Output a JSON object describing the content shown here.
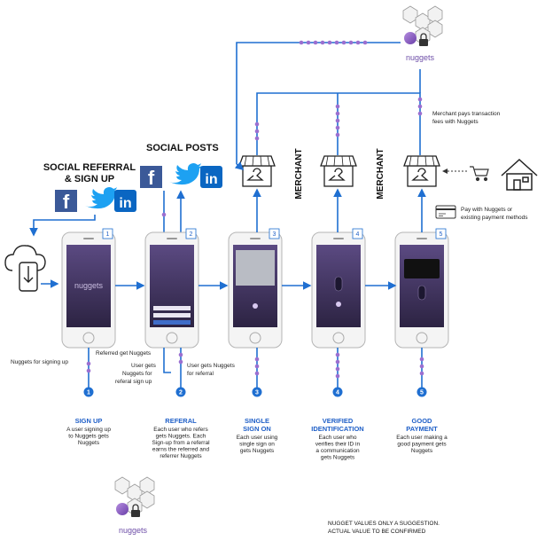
{
  "headings": {
    "social_referral_line1": "SOCIAL REFERRAL",
    "social_referral_line2": "& SIGN UP",
    "social_posts": "SOCIAL POSTS",
    "merchant_1": "MERCHANT",
    "merchant_2": "MERCHANT"
  },
  "brand": {
    "name": "nuggets",
    "accent": "#7a4fb8",
    "flow_color": "#1f6fd1"
  },
  "phones": [
    {
      "badge": "1",
      "screen_logo": "nuggets"
    },
    {
      "badge": "2"
    },
    {
      "badge": "3"
    },
    {
      "badge": "4"
    },
    {
      "badge": "5"
    }
  ],
  "annotations": {
    "nuggets_for_signing_up": "Nuggets for signing up",
    "referred_get_nuggets": "Referred get Nuggets",
    "user_gets_referral_line1": "User gets",
    "user_gets_referral_line2": "Nuggets for",
    "user_gets_referral_line3": "referal sign up",
    "user_gets_for_referral_line1": "User gets Nuggets",
    "user_gets_for_referral_line2": "for referral",
    "merchant_pays_line1": "Merchant pays transaction",
    "merchant_pays_line2": "fees with Nuggets",
    "pay_with_line1": "Pay with Nuggets or",
    "pay_with_line2": "existing payment methods"
  },
  "steps": [
    {
      "number": "1",
      "title_line1": "SIGN UP",
      "title_line2": "",
      "desc": [
        "A user signing up",
        "to Nuggets gets",
        "Nuggets"
      ]
    },
    {
      "number": "2",
      "title_line1": "REFERAL",
      "title_line2": "",
      "desc": [
        "Each user who refers",
        "gets Nuggets. Each",
        "Sign-up from a referral",
        "earns the referred and",
        "referrer Nuggets"
      ]
    },
    {
      "number": "3",
      "title_line1": "SINGLE",
      "title_line2": "SIGN ON",
      "desc": [
        "Each user using",
        "single sign on",
        "gets Nuggets"
      ]
    },
    {
      "number": "4",
      "title_line1": "VERIFIED",
      "title_line2": "IDENTIFICATION",
      "desc": [
        "Each user who",
        "verifies their ID in",
        "a communication",
        "gets Nuggets"
      ]
    },
    {
      "number": "5",
      "title_line1": "GOOD",
      "title_line2": "PAYMENT",
      "desc": [
        "Each user making a",
        "good payment gets",
        "Nuggets"
      ]
    }
  ],
  "footnote": {
    "line1": "NUGGET VALUES ONLY A SUGGESTION.",
    "line2": "ACTUAL VALUE TO BE CONFIRMED"
  },
  "social_icons": [
    "facebook-icon",
    "twitter-icon",
    "linkedin-icon"
  ]
}
